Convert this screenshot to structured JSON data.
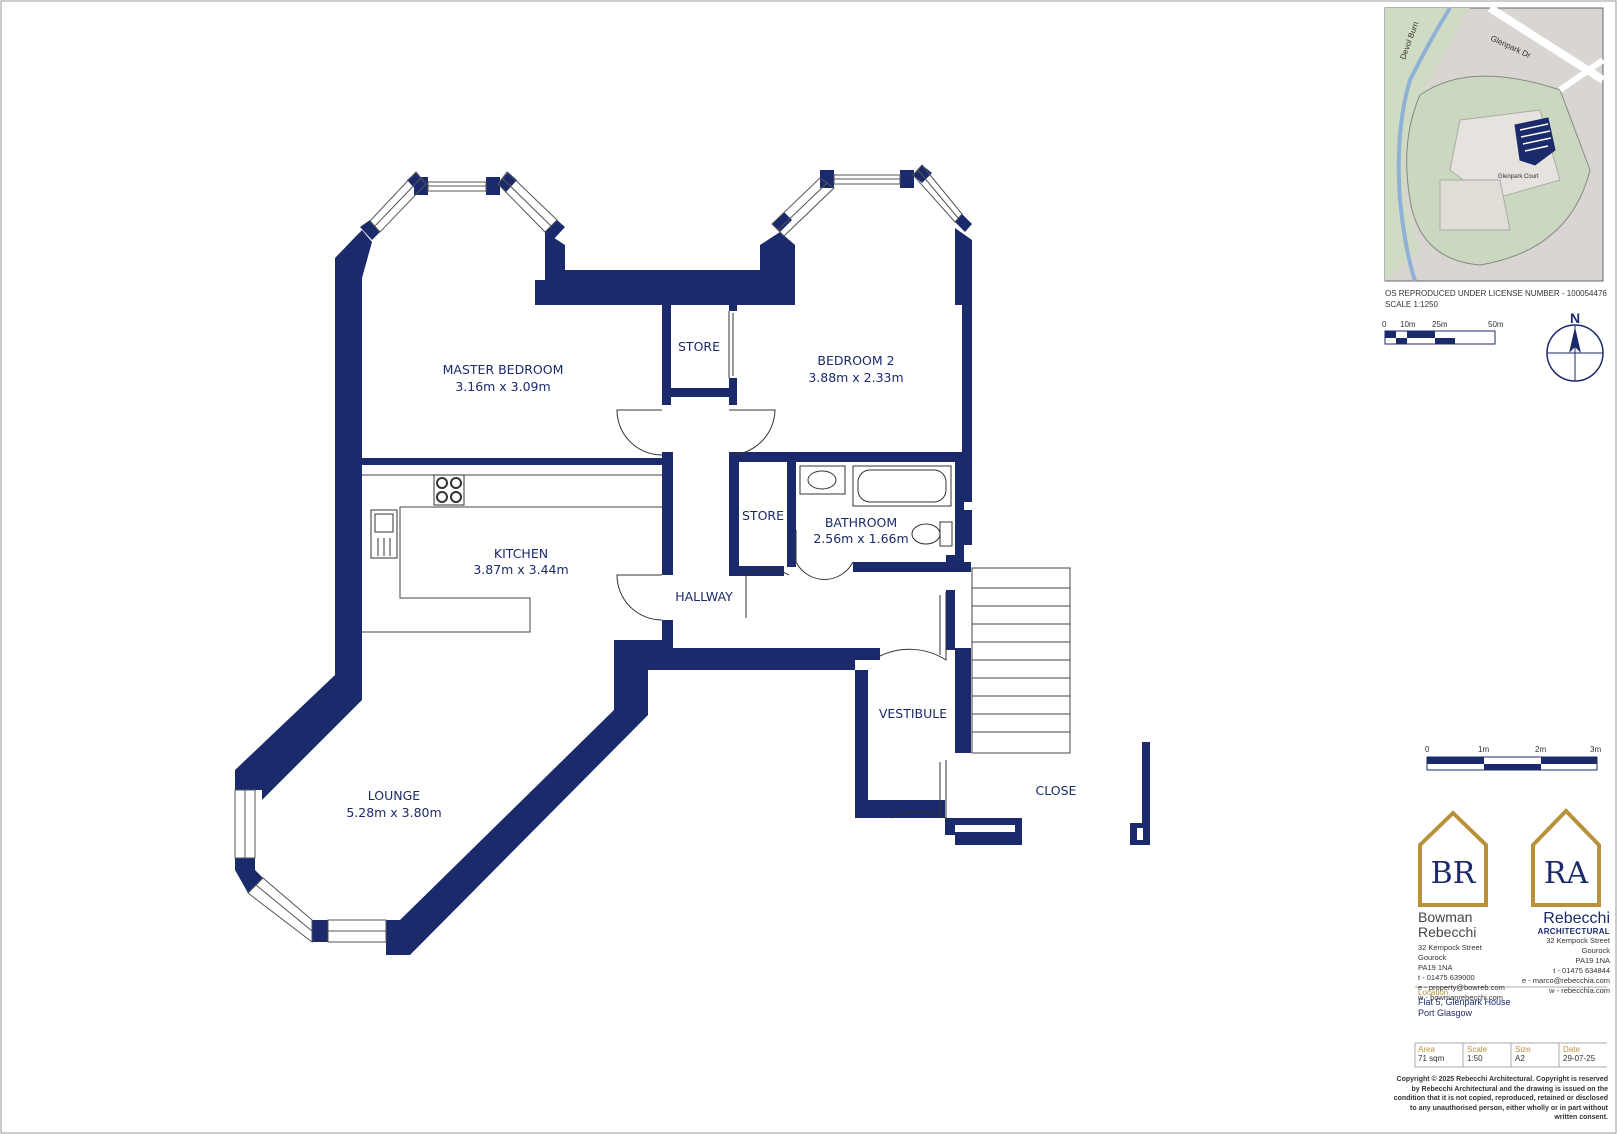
{
  "rooms": {
    "master_bedroom": {
      "name": "MASTER BEDROOM",
      "dims": "3.16m x 3.09m"
    },
    "store_top": {
      "name": "STORE"
    },
    "bedroom2": {
      "name": "BEDROOM 2",
      "dims": "3.88m x 2.33m"
    },
    "kitchen": {
      "name": "KITCHEN",
      "dims": "3.87m x 3.44m"
    },
    "store_mid": {
      "name": "STORE"
    },
    "bathroom": {
      "name": "BATHROOM",
      "dims": "2.56m x 1.66m"
    },
    "hallway": {
      "name": "HALLWAY"
    },
    "vestibule": {
      "name": "VESTIBULE"
    },
    "lounge": {
      "name": "LOUNGE",
      "dims": "5.28m x 3.80m"
    },
    "close": {
      "name": "CLOSE"
    }
  },
  "location_map": {
    "license_line": "OS REPRODUCED UNDER LICENSE NUMBER - 100054476",
    "scale_line": "SCALE 1:1250",
    "scale_bar": [
      "0",
      "10m",
      "25m",
      "50m"
    ],
    "road_label": "Devol Burn",
    "road_label2": "Glenpark Dr",
    "building_label": "Glenpark Court",
    "north": "N"
  },
  "plan_scale_bar": [
    "0",
    "1m",
    "2m",
    "3m"
  ],
  "colors": {
    "wall": "#1b2a6b",
    "gold": "#b8923a",
    "map_green": "#c9d8bf",
    "map_grey": "#d9d6d1"
  },
  "logos": {
    "br": {
      "mark": "BR",
      "name1": "Bowman",
      "name2": "Rebecchi",
      "address": [
        "32 Kempock Street",
        "Gourock",
        "PA19 1NA"
      ],
      "phone": "t - 01475 639000",
      "email": "e - property@bowreb.com",
      "web": "w - bowmanrebecchi.com"
    },
    "ra": {
      "mark": "RA",
      "name1": "Rebecchi",
      "name2": "ARCHITECTURAL",
      "address": [
        "32 Kempock Street",
        "Gourock",
        "PA19 1NA"
      ],
      "phone": "t - 01475 634844",
      "email": "e - marco@rebecchia.com",
      "web": "w - rebecchia.com"
    }
  },
  "location": {
    "label": "Location",
    "line1": "Flat 5, Glenpark House",
    "line2": "Port Glasgow"
  },
  "info": {
    "area_label": "Area",
    "area": "71 sqm",
    "scale_label": "Scale",
    "scale": "1:50",
    "size_label": "Size",
    "size": "A2",
    "date_label": "Date",
    "date": "29-07-25"
  },
  "copyright": "Copyright © 2025 Rebecchi Architectural. Copyright is reserved by Rebecchi Architectural and the drawing is issued on the condition that it is not copied, reproduced, retained or disclosed to any unauthorised person, either wholly or in part without written consent."
}
